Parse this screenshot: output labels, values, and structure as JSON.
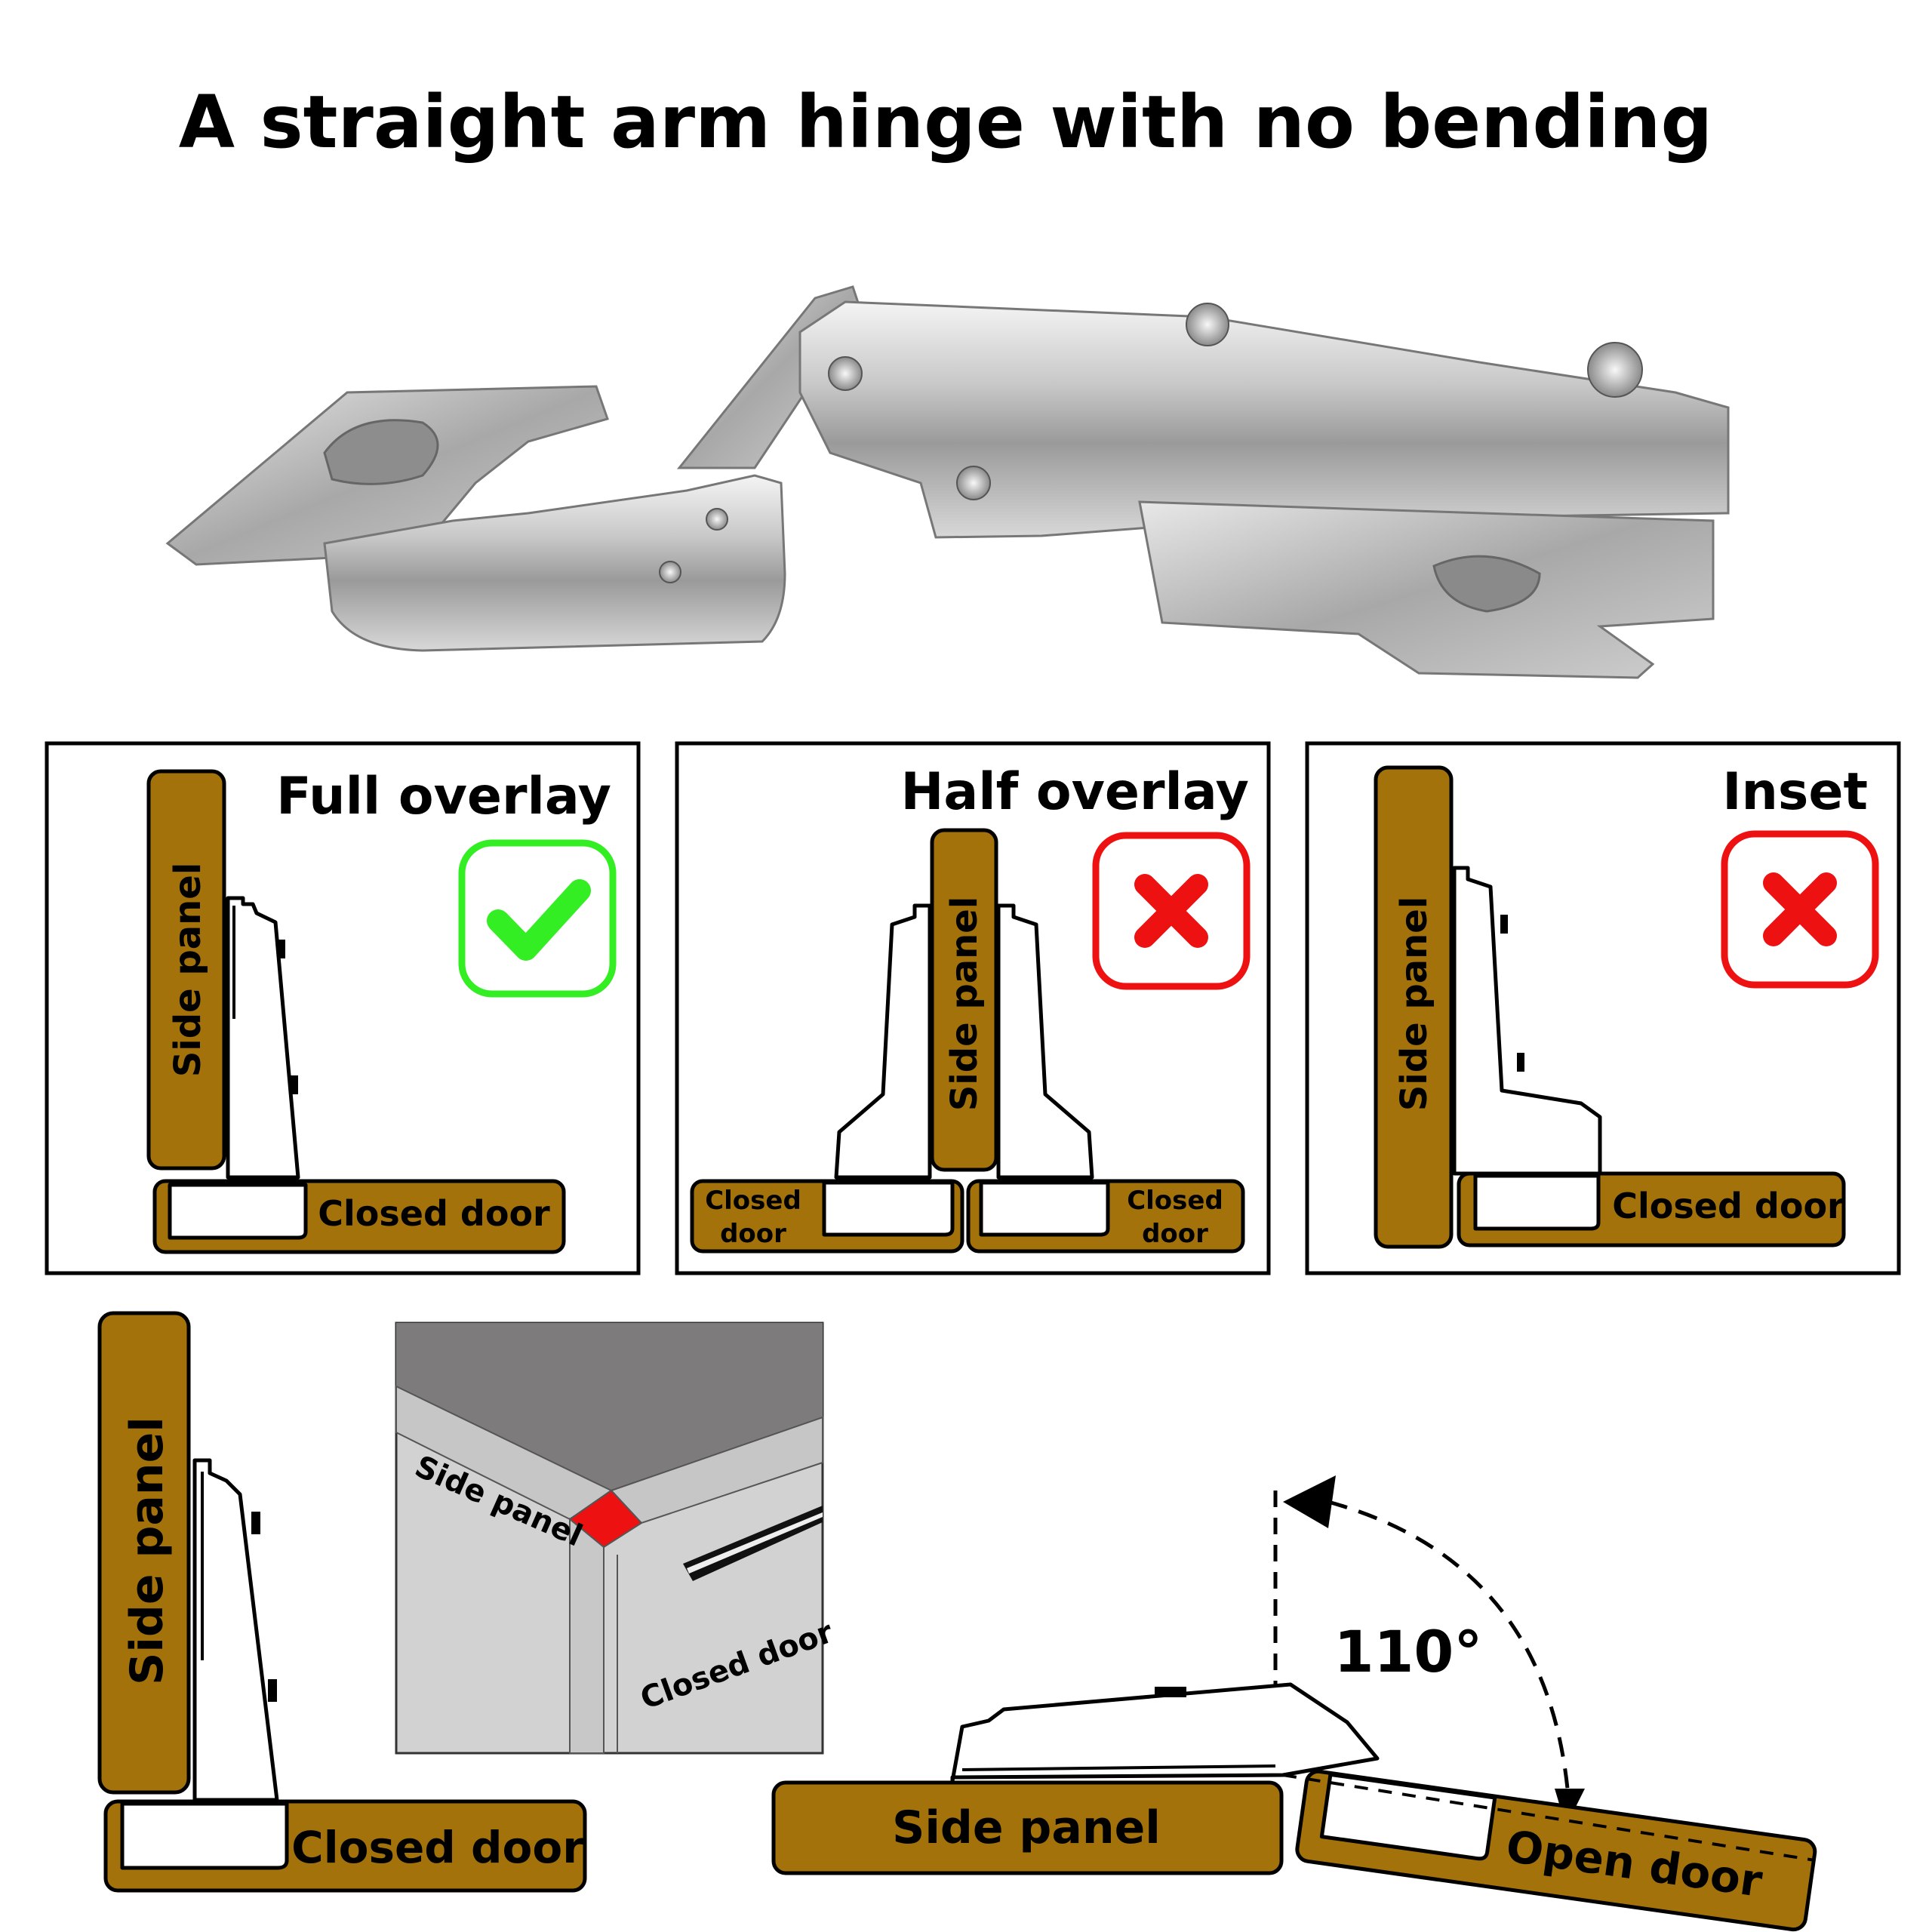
{
  "title": "A straight arm hinge with no bending",
  "panels": [
    {
      "title": "Full overlay",
      "side_label": "Side panel",
      "door_label": "Closed door",
      "status": "check",
      "status_color": "#33ee22"
    },
    {
      "title": "Half overlay",
      "side_label": "Side panel",
      "door_left_label_1": "Closed",
      "door_left_label_2": "door",
      "door_right_label_1": "Closed",
      "door_right_label_2": "door",
      "status": "cross",
      "status_color": "#ee1111"
    },
    {
      "title": "Inset",
      "side_label": "Side panel",
      "door_label": "Closed door",
      "status": "cross",
      "status_color": "#ee1111"
    }
  ],
  "bottom_left": {
    "side_label": "Side panel",
    "door_label": "Closed door"
  },
  "corner_view": {
    "side_label": "Side panel",
    "door_label": "Closed door"
  },
  "opening": {
    "angle_label": "110°",
    "side_label": "Side panel",
    "door_label": "Open door"
  },
  "colors": {
    "wood": "#a4720a",
    "check": "#33ee22",
    "cross": "#ee1111",
    "highlight": "#ee1111"
  }
}
